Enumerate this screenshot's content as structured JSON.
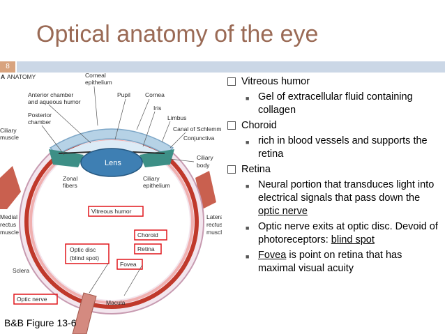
{
  "slide": {
    "title": "Optical anatomy of the eye",
    "number": "8",
    "caption": "B&B Figure 13-6"
  },
  "figure": {
    "panel_label": "A",
    "header": "ANATOMY",
    "labels": {
      "corneal_epithelium_1": "Corneal",
      "corneal_epithelium_2": "epithelium",
      "anterior_chamber_1": "Anterior chamber",
      "anterior_chamber_2": "and aqueous humor",
      "pupil": "Pupil",
      "cornea": "Cornea",
      "iris": "Iris",
      "limbus": "Limbus",
      "posterior_chamber_1": "Posterior",
      "posterior_chamber_2": "chamber",
      "canal_of_schlemm": "Canal of Schlemm",
      "conjunctiva": "Conjunctiva",
      "ciliary_muscle_1": "Ciliary",
      "ciliary_muscle_2": "muscle",
      "lens": "Lens",
      "ciliary_body_1": "Ciliary",
      "ciliary_body_2": "body",
      "zonal_fibers_1": "Zonal",
      "zonal_fibers_2": "fibers",
      "ciliary_epithelium_1": "Ciliary",
      "ciliary_epithelium_2": "epithelium",
      "vitreous_humor": "Vitreous humor",
      "medial_rectus_1": "Medial",
      "medial_rectus_2": "rectus",
      "medial_rectus_3": "muscle",
      "lateral_rectus_1": "Lateral",
      "lateral_rectus_2": "rectus",
      "lateral_rectus_3": "muscle",
      "choroid": "Choroid",
      "retina": "Retina",
      "optic_disc_1": "Optic disc",
      "optic_disc_2": "(blind spot)",
      "fovea": "Fovea",
      "sclera": "Sclera",
      "optic_nerve": "Optic nerve",
      "macula": "Macula"
    }
  },
  "bullets": {
    "vitreous": {
      "heading": "Vitreous humor",
      "sub1": "Gel of extracellular fluid containing collagen"
    },
    "choroid": {
      "heading": "Choroid",
      "sub1": "rich in blood vessels and supports the retina"
    },
    "retina": {
      "heading": "Retina",
      "sub1_a": "Neural portion that transduces light into electrical signals that pass down the ",
      "sub1_link": "optic nerve",
      "sub2_a": "Optic nerve exits at optic disc. Devoid of photoreceptors: ",
      "sub2_link": "blind spot",
      "sub3_link": "Fovea",
      "sub3_b": " is point on retina that has maximal visual acuity"
    }
  },
  "colors": {
    "title": "#9a6a55",
    "accent_bar": "#d8a37e",
    "top_bar": "#cbd7e6",
    "label_box": "#e0161b",
    "choroid": "#c0392b",
    "sclera": "#f3e6ee",
    "vitreous": "#ffffff",
    "lens": "#3e7fb3",
    "cornea_tint": "#b6d2e6"
  }
}
